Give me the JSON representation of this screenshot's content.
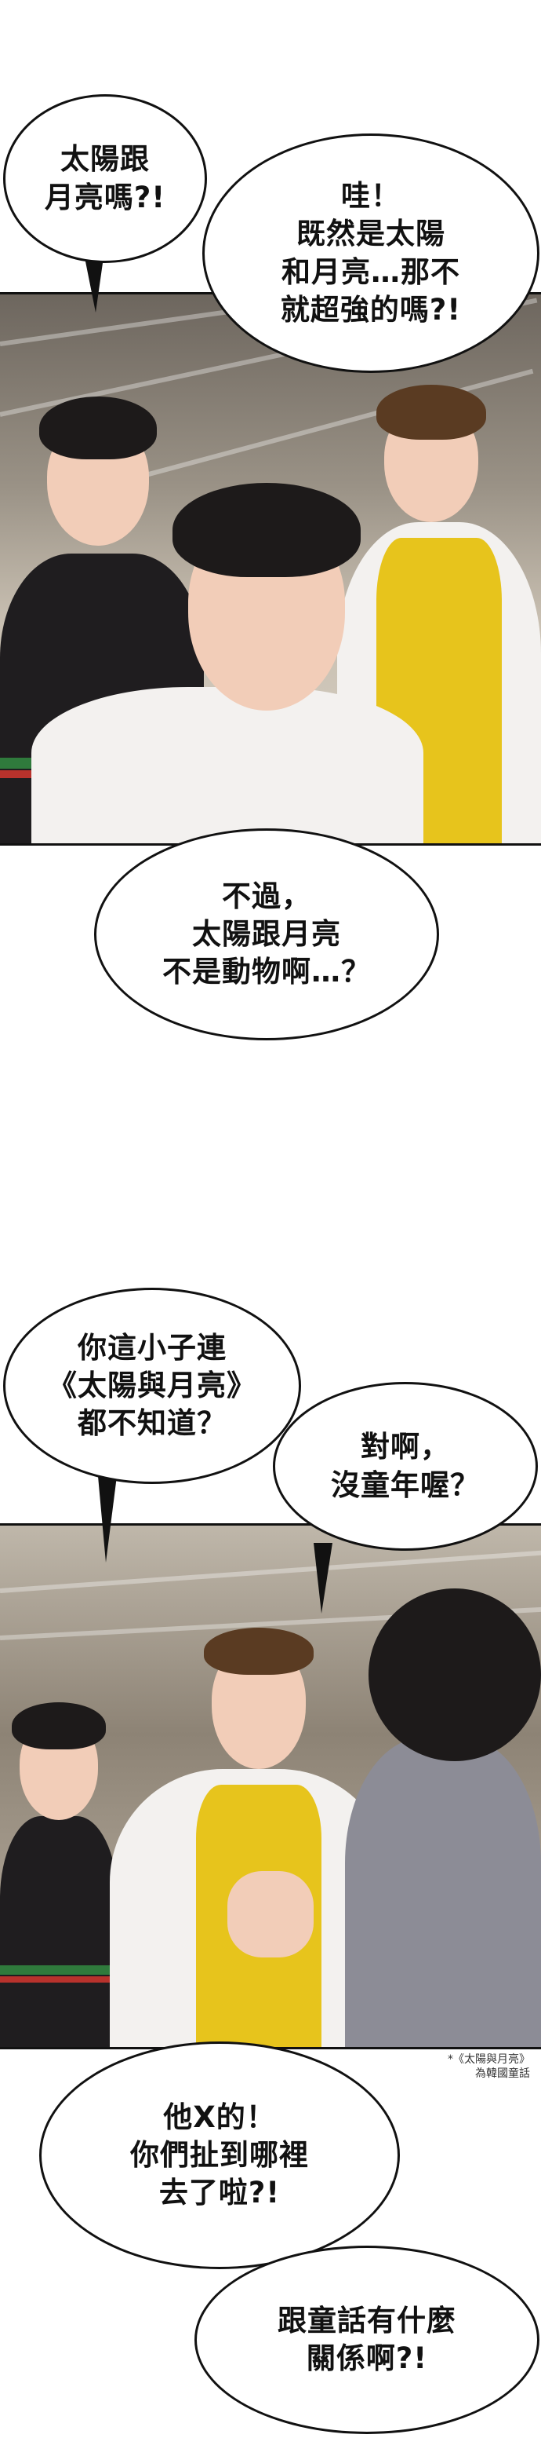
{
  "bubbles": {
    "b1": "太陽跟\n月亮嗎?!",
    "b2": "哇！\n既然是太陽\n和月亮…那不\n就超強的嗎?!",
    "b3": "不過，\n太陽跟月亮\n不是動物啊…？",
    "b4": "你這小子連\n《太陽與月亮》\n都不知道？",
    "b5": "對啊，\n沒童年喔？",
    "b6": "他X的！\n你們扯到哪裡\n去了啦?!",
    "b7": "跟童話有什麼\n關係啊?!"
  },
  "note": "*《太陽與月亮》\n為韓國童話",
  "colors": {
    "ink": "#111111",
    "skin": "#f2cdb8",
    "yellow_shirt": "#e7c41c"
  }
}
